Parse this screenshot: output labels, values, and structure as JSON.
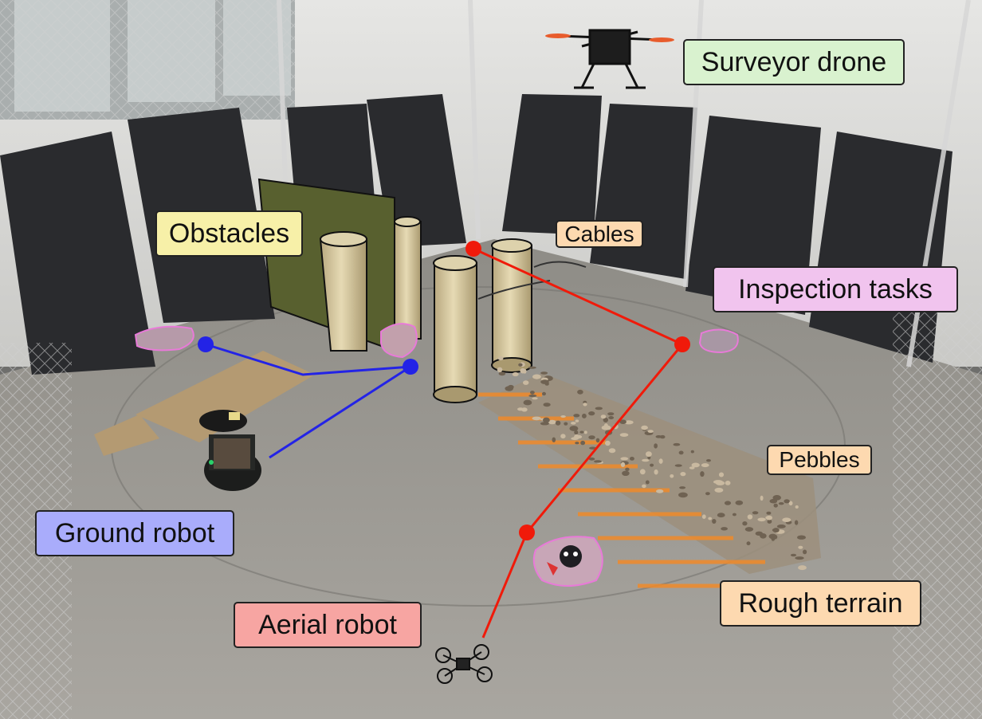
{
  "labels": {
    "surveyor_drone": "Surveyor drone",
    "obstacles": "Obstacles",
    "cables": "Cables",
    "inspection_tasks": "Inspection tasks",
    "pebbles": "Pebbles",
    "ground_robot": "Ground robot",
    "aerial_robot": "Aerial robot",
    "rough_terrain": "Rough terrain"
  },
  "colors": {
    "surveyor_drone": "#d9f2cf",
    "obstacles": "#f7f0a8",
    "cables": "#fdd9b0",
    "inspection_tasks": "#f1c4ee",
    "pebbles": "#fdd9b0",
    "ground_robot": "#a9acfb",
    "aerial_robot": "#f7a5a2",
    "rough_terrain": "#fdd9b0",
    "ground_path": "#2323e6",
    "aerial_path": "#f01a0a",
    "terrain_stripes": "#f08a2a",
    "inspection_outline": "#e87ad8"
  }
}
